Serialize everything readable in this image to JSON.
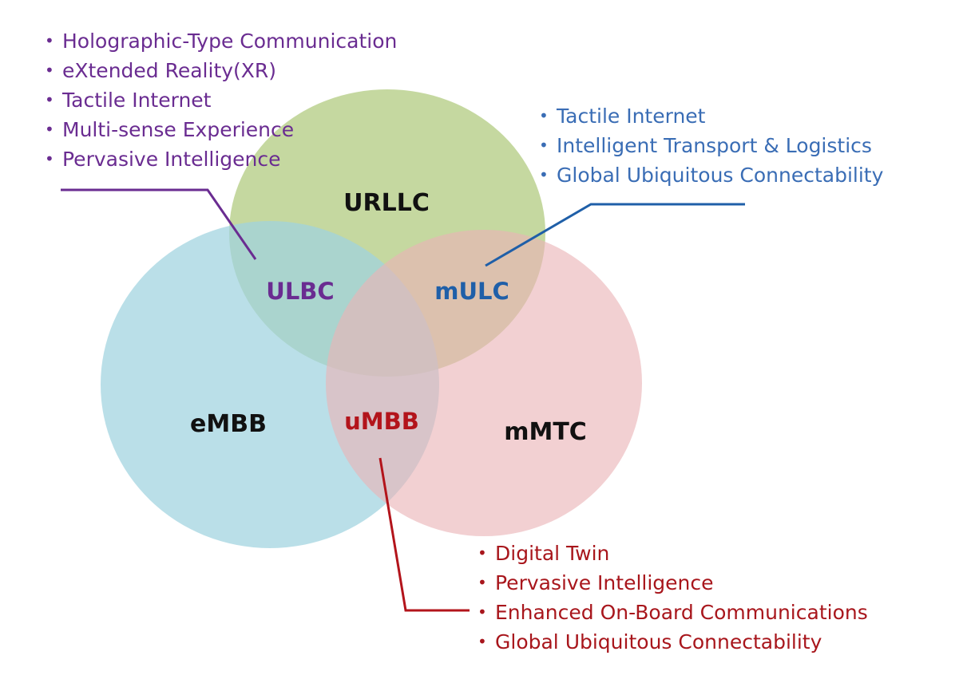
{
  "circles": {
    "urllc": {
      "label": "URLLC",
      "fill": "#b8d08b",
      "text_color": "#111111"
    },
    "embb": {
      "label": "eMBB",
      "fill": "#9fd3df",
      "text_color": "#111111"
    },
    "mmtc": {
      "label": "mMTC",
      "fill": "#eab3b6",
      "text_color": "#111111"
    }
  },
  "intersections": {
    "ulbc": {
      "label": "ULBC",
      "color": "#6a2c91",
      "items": [
        "Holographic-Type Communication",
        "eXtended Reality(XR)",
        "Tactile Internet",
        "Multi-sense Experience",
        "Pervasive Intelligence"
      ]
    },
    "mulc": {
      "label": "mULC",
      "color": "#1f5fa8",
      "list_color": "#3a6db5",
      "items": [
        "Tactile Internet",
        "Intelligent Transport & Logistics",
        "Global Ubiquitous Connectability"
      ]
    },
    "umbb": {
      "label": "uMBB",
      "color": "#b3141b",
      "list_color": "#a8161c",
      "items": [
        "Digital Twin",
        "Pervasive Intelligence",
        "Enhanced On-Board Communications",
        "Global Ubiquitous Connectability"
      ]
    }
  },
  "bullet_char": "•"
}
